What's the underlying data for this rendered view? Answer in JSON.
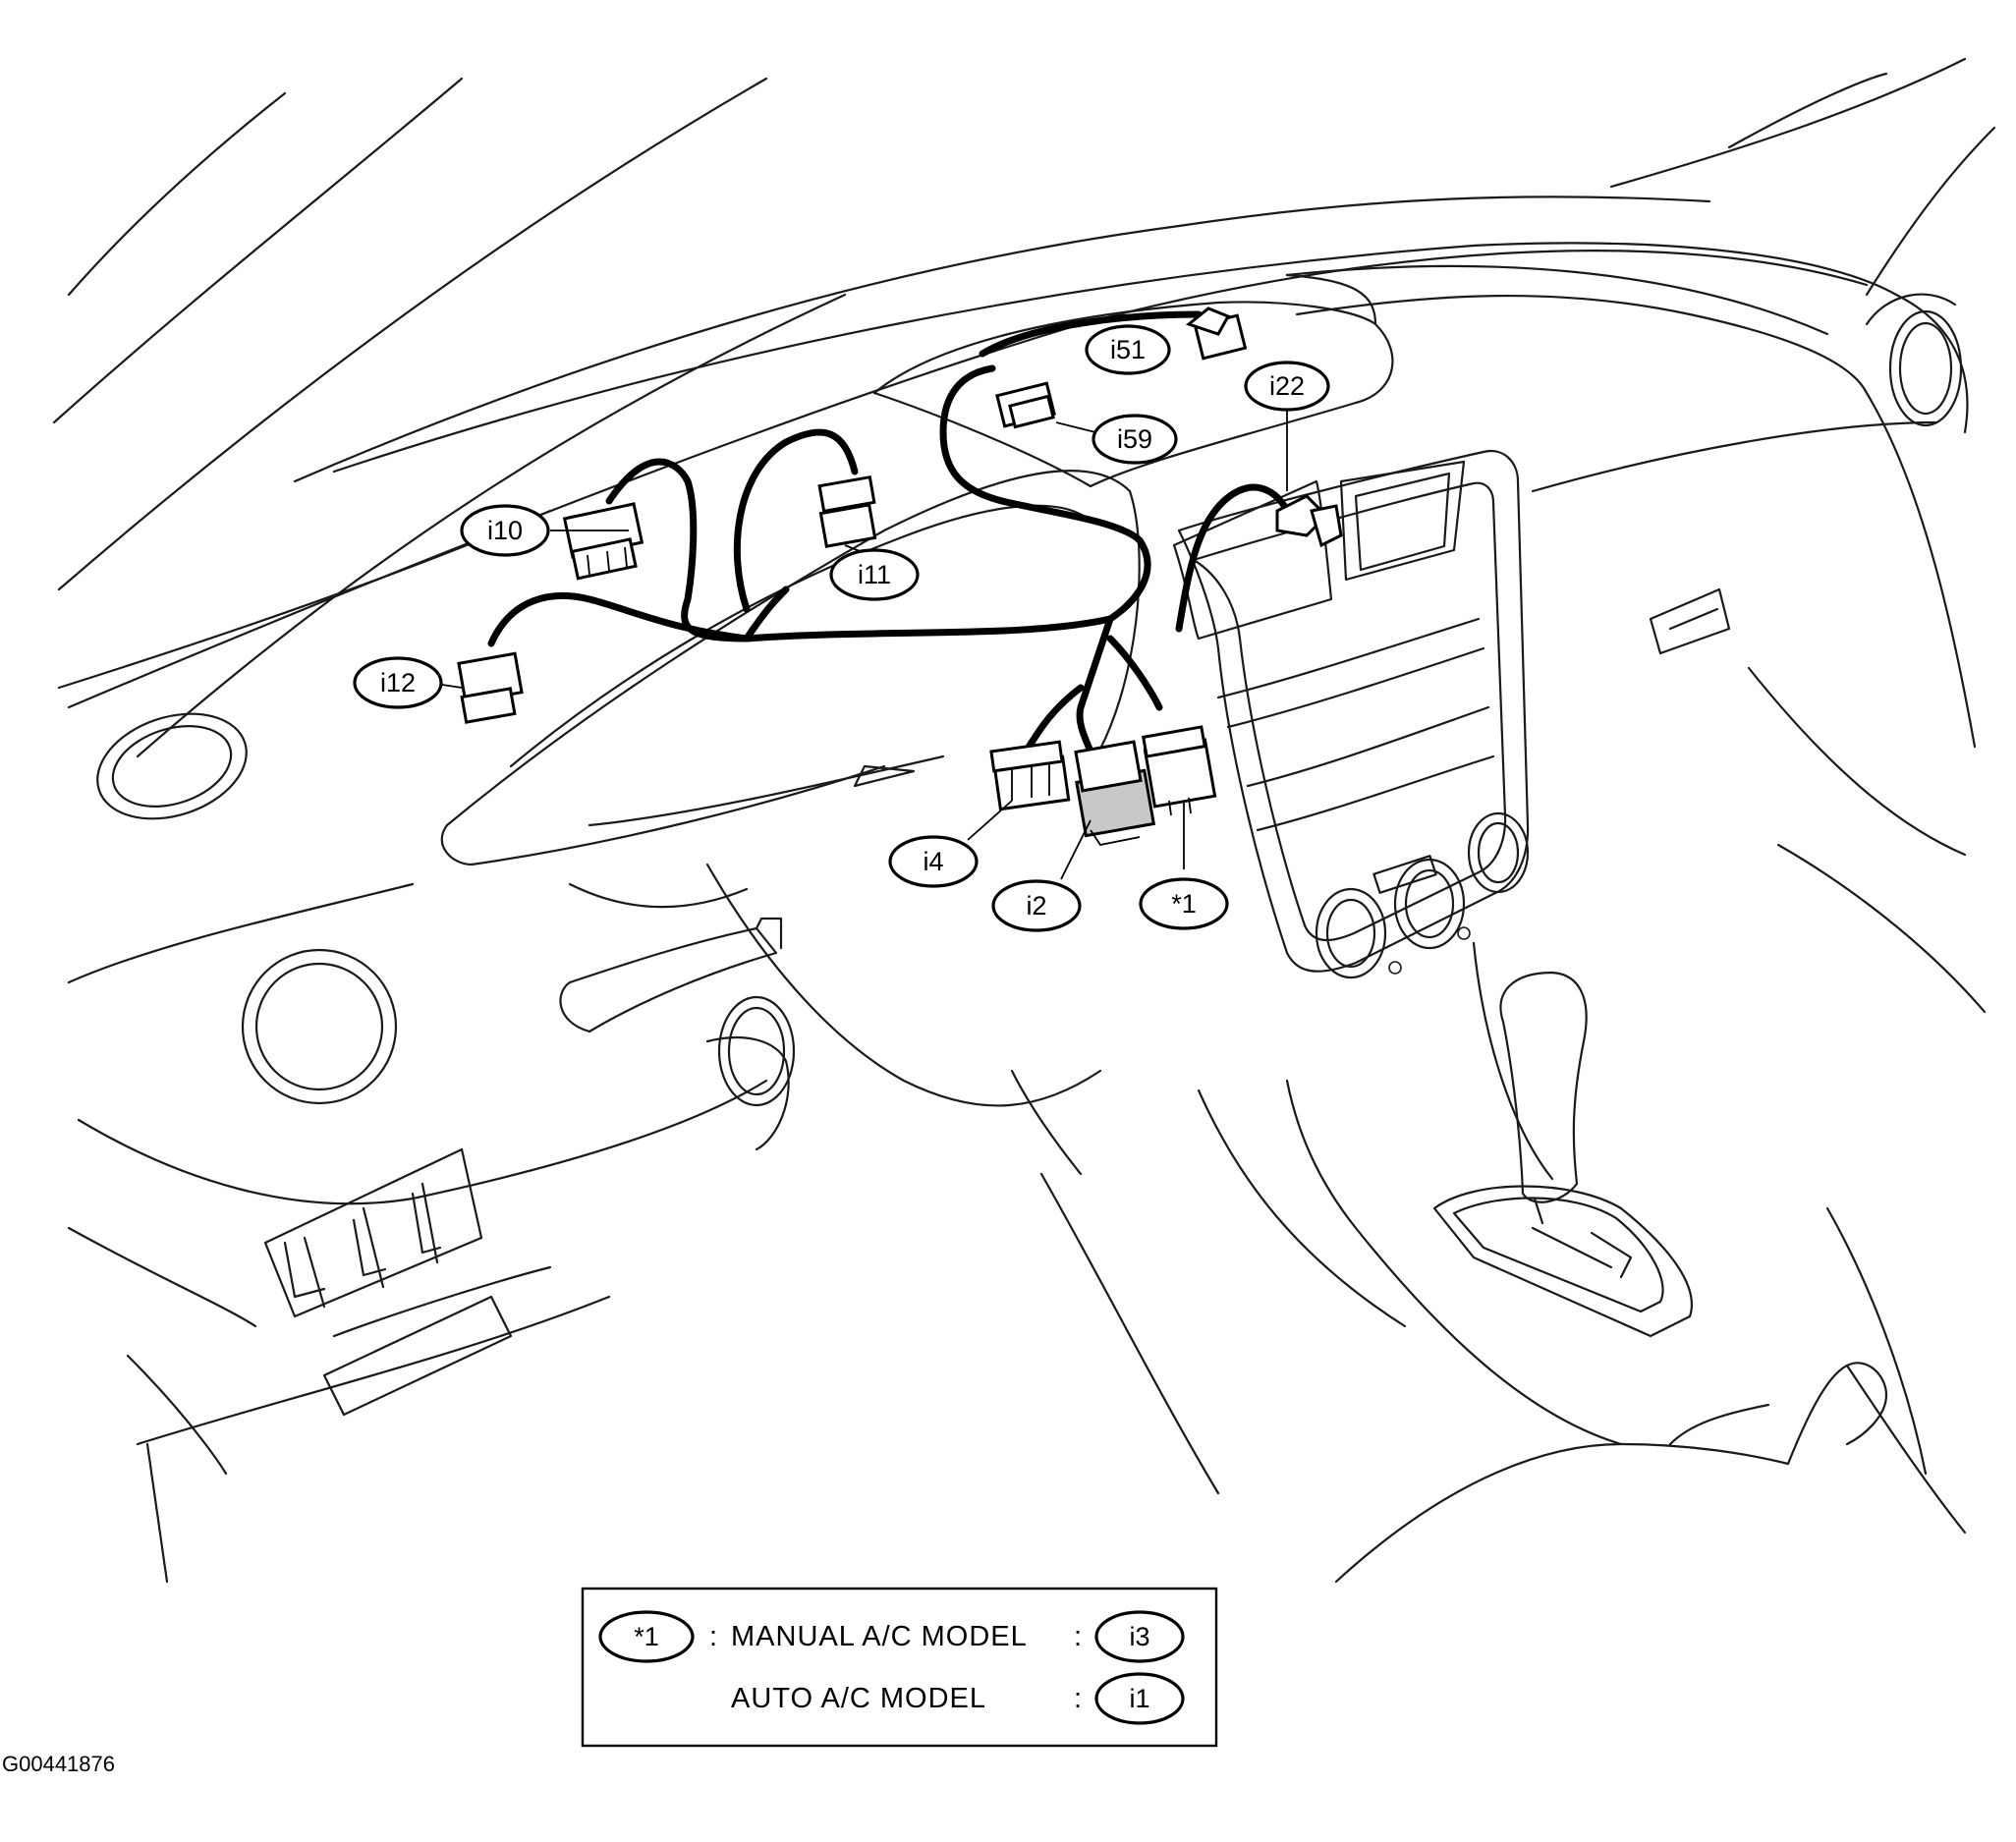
{
  "callouts": [
    {
      "id": "i51",
      "label": "i51"
    },
    {
      "id": "i22",
      "label": "i22"
    },
    {
      "id": "i59",
      "label": "i59"
    },
    {
      "id": "i10",
      "label": "i10"
    },
    {
      "id": "i11",
      "label": "i11"
    },
    {
      "id": "i12",
      "label": "i12"
    },
    {
      "id": "i4",
      "label": "i4"
    },
    {
      "id": "i2",
      "label": "i2"
    },
    {
      "id": "star1",
      "label": "*1"
    }
  ],
  "legend": {
    "symbol": "*1",
    "separator": ":",
    "rows": [
      {
        "model": "MANUAL A/C MODEL",
        "separator": ":",
        "connector": "i3"
      },
      {
        "model": "AUTO A/C MODEL",
        "separator": ":",
        "connector": "i1"
      }
    ]
  },
  "figure_id": "G00441876"
}
